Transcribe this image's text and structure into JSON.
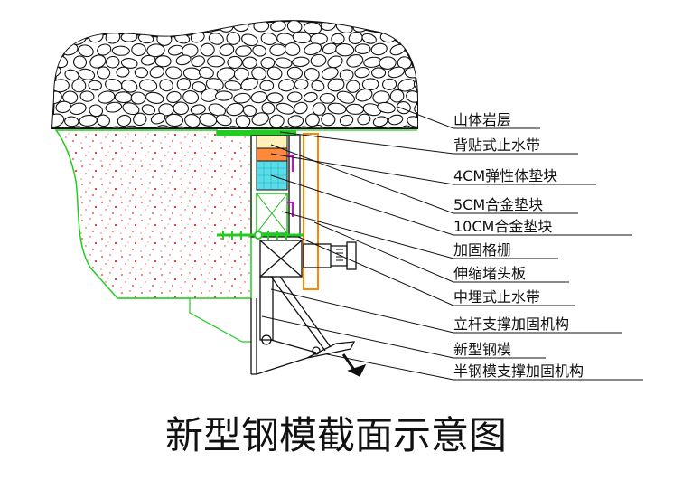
{
  "title": "新型钢模截面示意图",
  "callouts": [
    {
      "id": "rock",
      "label": "山体岩层"
    },
    {
      "id": "back-waterstop",
      "label": "背贴式止水带"
    },
    {
      "id": "elastic-pad",
      "label": "4CM弹性体垫块"
    },
    {
      "id": "alloy-5",
      "label": "5CM合金垫块"
    },
    {
      "id": "alloy-10",
      "label": "10CM合金垫块"
    },
    {
      "id": "grille",
      "label": "加固格栅"
    },
    {
      "id": "stopper-board",
      "label": "伸缩堵头板"
    },
    {
      "id": "embedded-waterstop",
      "label": "中埋式止水带"
    },
    {
      "id": "upright-support",
      "label": "立杆支撑加固机构"
    },
    {
      "id": "new-formwork",
      "label": "新型钢模"
    },
    {
      "id": "half-formwork-support",
      "label": "半钢模支撑加固机构"
    }
  ],
  "colors": {
    "concrete_outline": "#22cc22",
    "waterstop": "#22cc22",
    "concrete_dots": "#ff0000",
    "elastic_pad": "#ff8822",
    "alloy_5": "#fff0b0",
    "alloy_10": "#55ddee",
    "stopper_board": "#ff8800",
    "grille": "#22bb22",
    "marker": "#dd00dd",
    "line": "#111111"
  }
}
